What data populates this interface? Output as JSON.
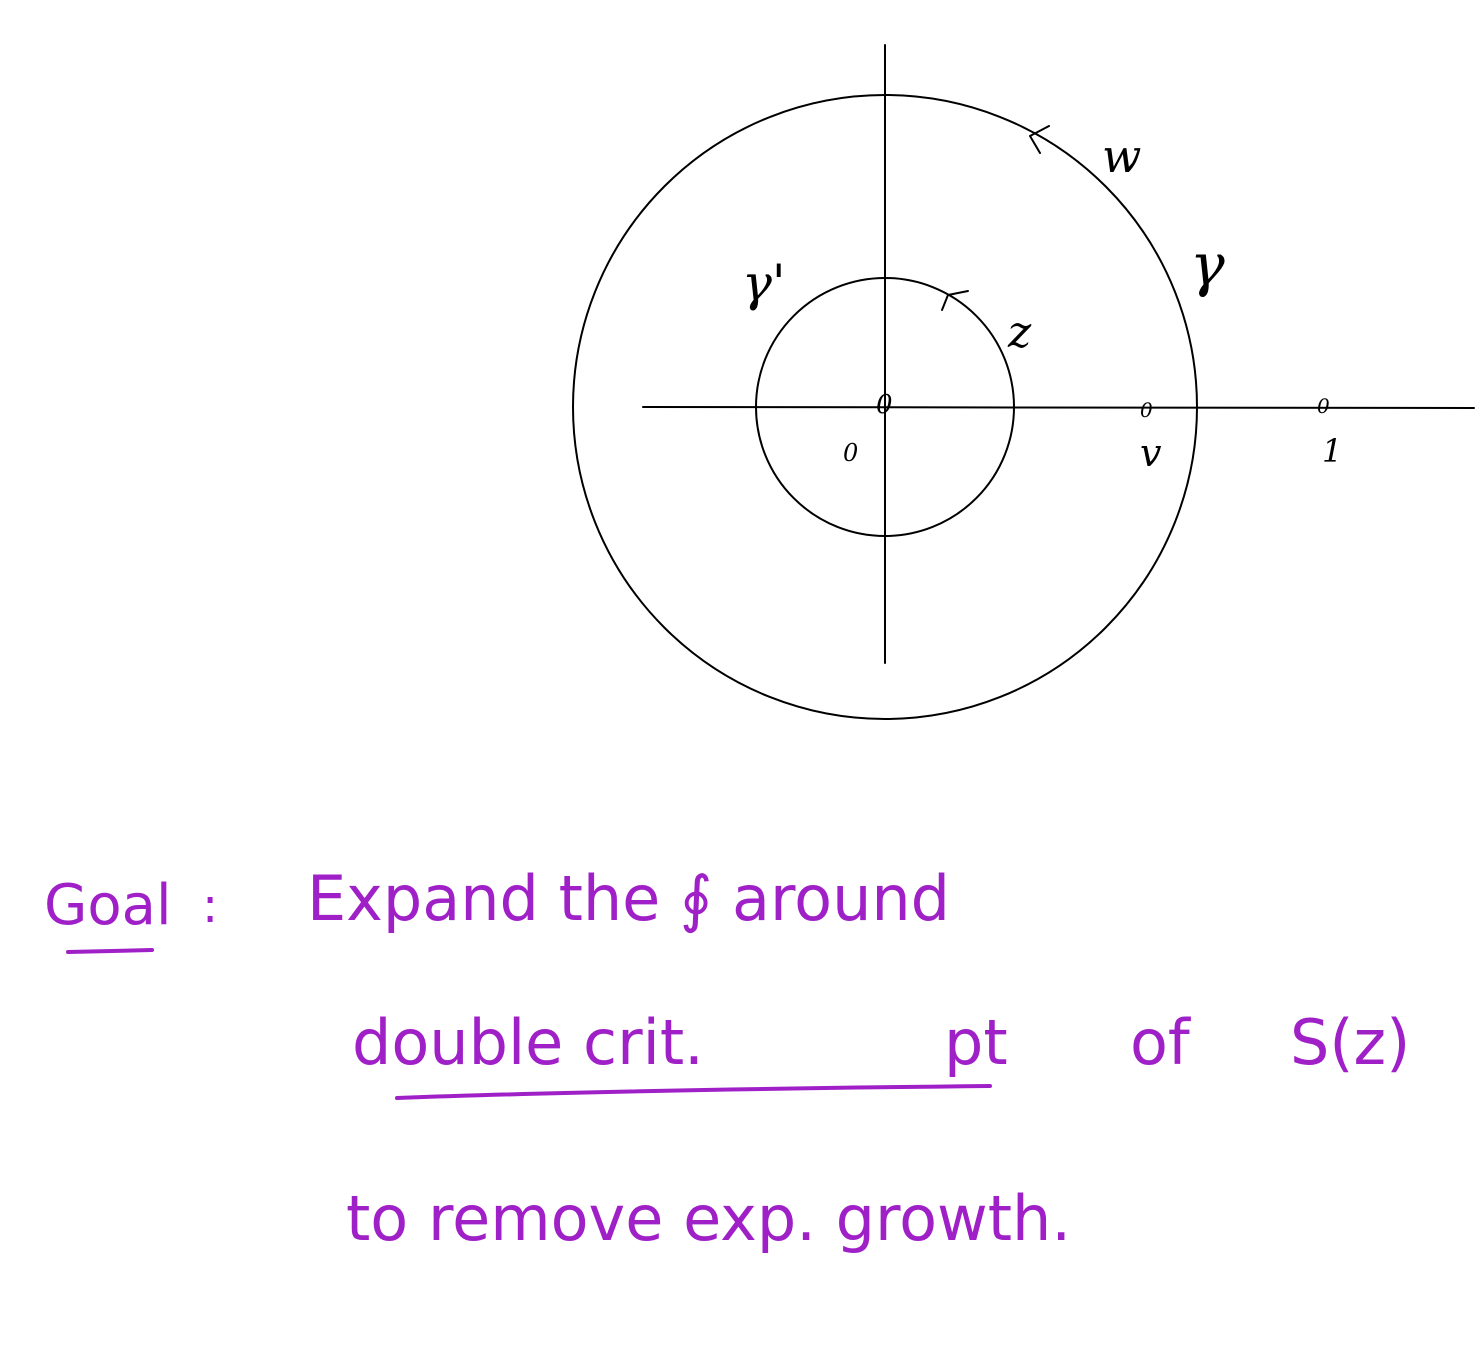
{
  "diagram": {
    "labels": {
      "outer_variable": "w",
      "outer_contour": "γ",
      "inner_contour": "γ'",
      "inner_variable": "z",
      "origin_point": "0",
      "origin_below": "0",
      "point_v_mark": "0",
      "point_v_label": "v",
      "point_one_mark": "0",
      "point_one_label": "1"
    }
  },
  "note": {
    "goal_label": "Goal",
    "colon": ":",
    "line1": "Expand the ∮ around",
    "line2_part1": "double crit.",
    "line2_part2": "pt",
    "line2_part3": "of",
    "line2_part4": "S(z)",
    "line3": "to remove exp. growth."
  },
  "colors": {
    "diagram_ink": "#000000",
    "note_ink": "#a020c8",
    "background": "#ffffff"
  }
}
